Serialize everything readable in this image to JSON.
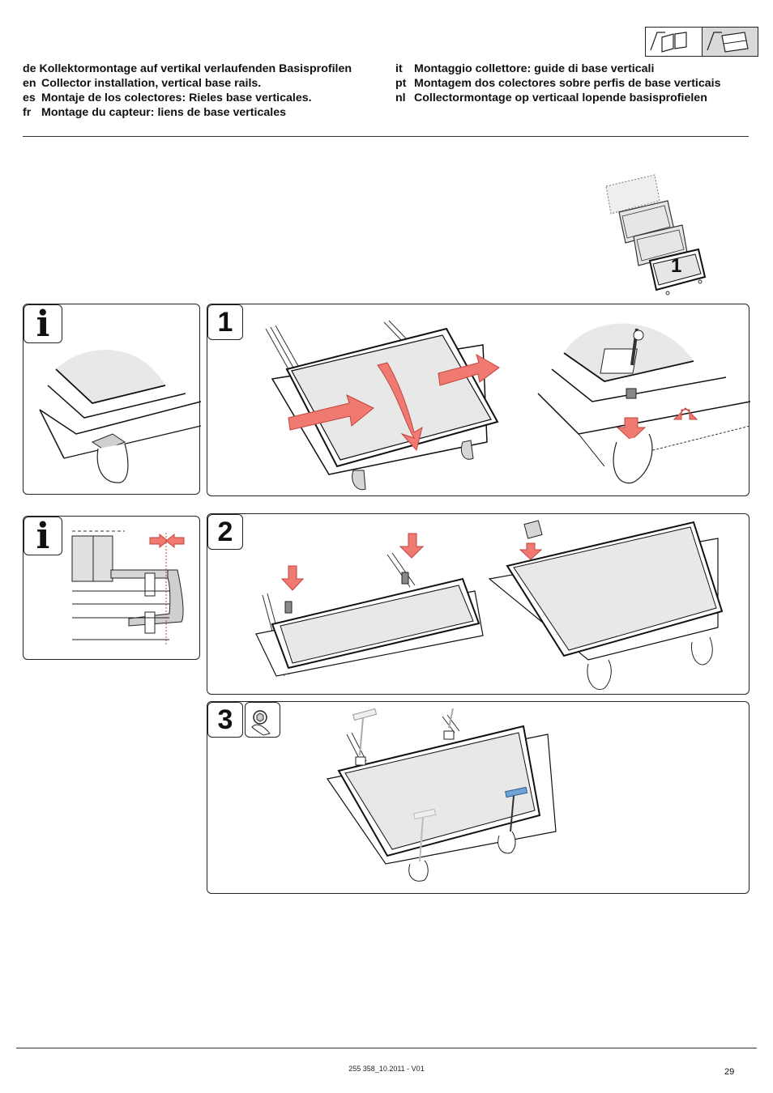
{
  "header": {
    "icons": [
      "roof-two-windows-icon",
      "roof-single-window-icon"
    ]
  },
  "titles": {
    "left": [
      {
        "lang": "",
        "text": "de Kollektormontage auf vertikal verlaufenden Basisprofilen"
      },
      {
        "lang": "en",
        "text": "Collector installation, vertical base rails."
      },
      {
        "lang": "es",
        "text": "Montaje de los colectores: Rieles base verticales."
      },
      {
        "lang": "fr",
        "text": "Montage du capteur: liens de base verticales"
      }
    ],
    "right": [
      {
        "lang": "it",
        "text": "Montaggio collettore: guide di base verticali"
      },
      {
        "lang": "pt",
        "text": "Montagem dos colectores sobre perfis de base verticais"
      },
      {
        "lang": "nl",
        "text": "Collectormontage op verticaal lopende basisprofielen"
      }
    ]
  },
  "overview": {
    "label": "1"
  },
  "info_panels": [
    {
      "symbol": "i"
    },
    {
      "symbol": "i"
    }
  ],
  "steps": [
    {
      "number": "1"
    },
    {
      "number": "2"
    },
    {
      "number": "3",
      "tool_icon": "wrench-nut-icon"
    }
  ],
  "colors": {
    "arrow": "#f07a72",
    "arrow_stroke": "#c0443c",
    "panel_fill": "#e8e8e8",
    "clip_fill": "#d6d6d6",
    "tool_blue": "#6fa3d6"
  },
  "footer": {
    "doc_code": "255 358_10.2011 - V01",
    "page_number": "29"
  }
}
